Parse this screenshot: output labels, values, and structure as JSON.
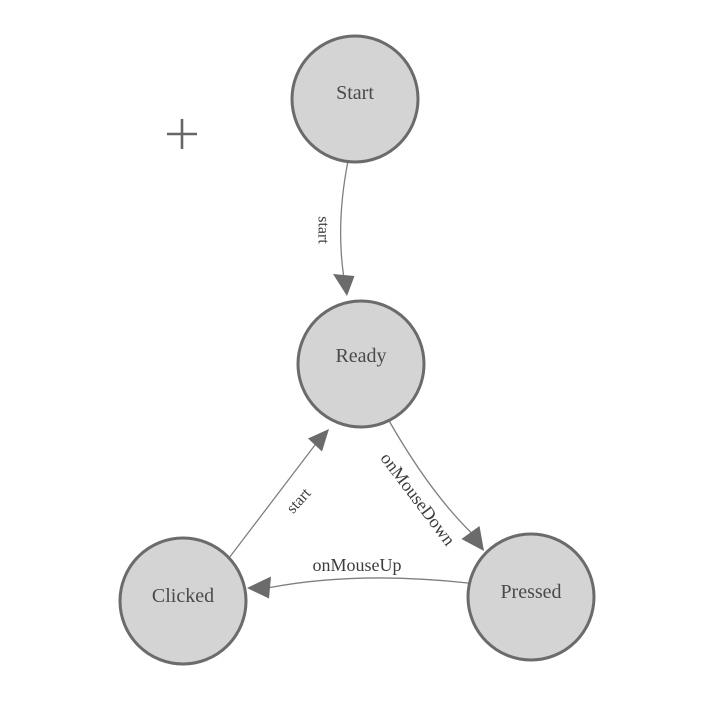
{
  "palette": {
    "background": "#ffffff",
    "node_fill": "#d4d4d4",
    "node_stroke": "#6b6b6b",
    "node_label": "#4a4a4a",
    "edge_stroke": "#7f7f7f",
    "arrow_fill": "#6b6b6b",
    "edge_label": "#3d3d3d",
    "crosshair": "#666666"
  },
  "icons": {
    "cursor": "plus-crosshair"
  },
  "diagram": {
    "type": "state-machine",
    "nodes": [
      {
        "id": "start",
        "label": "Start"
      },
      {
        "id": "ready",
        "label": "Ready"
      },
      {
        "id": "clicked",
        "label": "Clicked"
      },
      {
        "id": "pressed",
        "label": "Pressed"
      }
    ],
    "edges": [
      {
        "from": "Start",
        "to": "Ready",
        "label": "start"
      },
      {
        "from": "Ready",
        "to": "Pressed",
        "label": "onMouseDown"
      },
      {
        "from": "Pressed",
        "to": "Clicked",
        "label": "onMouseUp"
      },
      {
        "from": "Clicked",
        "to": "Ready",
        "label": "start"
      }
    ]
  }
}
